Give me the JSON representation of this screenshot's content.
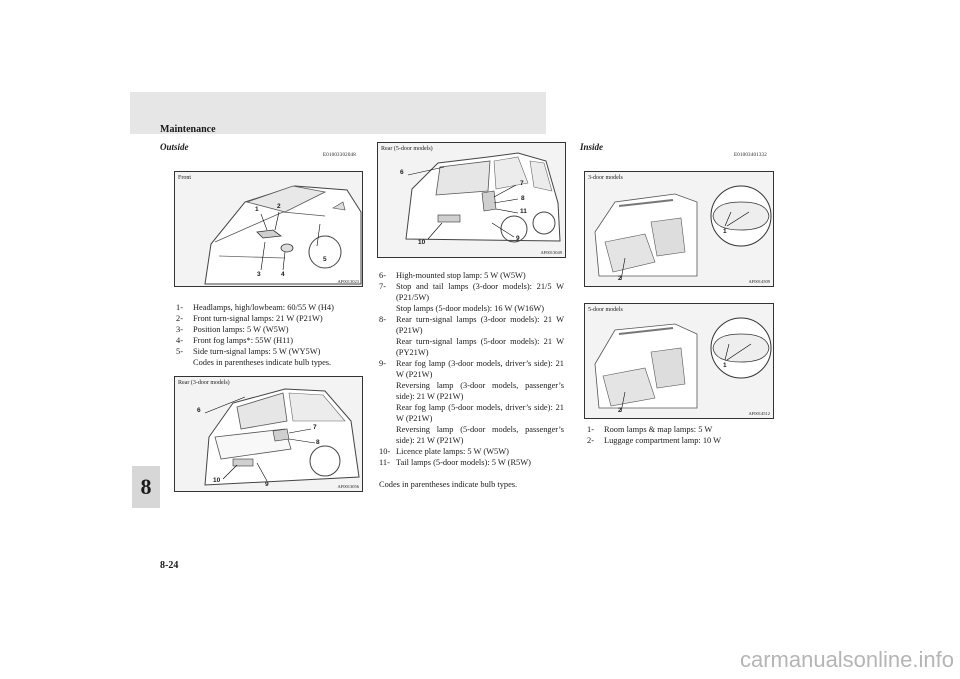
{
  "header": {
    "section_title": "Maintenance"
  },
  "chapter_tab": "8",
  "page_number": "8-24",
  "outside": {
    "heading": "Outside",
    "code": "E01003302048",
    "figure_front": {
      "caption": "Front",
      "id": "AF0013023"
    },
    "figure_rear3": {
      "caption": "Rear (3-door models)",
      "id": "AF0013056"
    },
    "figure_rear5": {
      "caption": "Rear (5-door models)",
      "id": "AF0013049"
    },
    "items_left": [
      {
        "n": "1-",
        "text": "Headlamps, high/lowbeam: 60/55 W (H4)"
      },
      {
        "n": "2-",
        "text": "Front turn-signal lamps: 21 W (P21W)"
      },
      {
        "n": "3-",
        "text": "Position lamps: 5 W (W5W)"
      },
      {
        "n": "4-",
        "text": "Front fog lamps*: 55W (H11)"
      },
      {
        "n": "5-",
        "text": "Side turn-signal lamps: 5 W (WY5W)"
      },
      {
        "n": "",
        "text": "Codes in parentheses indicate bulb types."
      }
    ],
    "items_mid": [
      {
        "n": "6-",
        "text": "High-mounted stop lamp: 5 W (W5W)"
      },
      {
        "n": "7-",
        "text": "Stop and tail lamps (3-door models): 21/5 W (P21/5W)"
      },
      {
        "n": "",
        "text": "Stop lamps (5-door models): 16 W (W16W)"
      },
      {
        "n": "8-",
        "text": "Rear turn-signal lamps (3-door models): 21 W (P21W)"
      },
      {
        "n": "",
        "text": "Rear turn-signal lamps (5-door models): 21 W (PY21W)"
      },
      {
        "n": "9-",
        "text": "Rear fog lamp (3-door models, driver’s side): 21 W (P21W)"
      },
      {
        "n": "",
        "text": "Reversing lamp (3-door models, passenger’s side): 21 W (P21W)"
      },
      {
        "n": "",
        "text": "Rear fog lamp (5-door models, driver’s side): 21 W (P21W)"
      },
      {
        "n": "",
        "text": "Reversing lamp (5-door models, passenger’s side): 21 W (P21W)"
      },
      {
        "n": "10-",
        "text": "Licence plate lamps: 5 W (W5W)"
      },
      {
        "n": "11-",
        "text": "Tail lamps (5-door models): 5 W (R5W)"
      }
    ],
    "note": "Codes in parentheses indicate bulb types."
  },
  "inside": {
    "heading": "Inside",
    "code": "E01003401332",
    "figure_3door": {
      "caption": "3-door models",
      "id": "AF0014509"
    },
    "figure_5door": {
      "caption": "5-door models",
      "id": "AF0014512"
    },
    "items": [
      {
        "n": "1-",
        "text": "Room lamps & map lamps: 5 W"
      },
      {
        "n": "2-",
        "text": "Luggage compartment lamp: 10 W"
      }
    ]
  },
  "callouts": {
    "front": [
      "1",
      "2",
      "3",
      "4",
      "5"
    ],
    "rear3": [
      "6",
      "7",
      "8",
      "9",
      "10"
    ],
    "rear5": [
      "6",
      "7",
      "8",
      "11",
      "9",
      "10"
    ],
    "inside3": [
      "1",
      "2"
    ],
    "inside5": [
      "1",
      "2"
    ]
  },
  "watermark": "carmanualsonline.info"
}
